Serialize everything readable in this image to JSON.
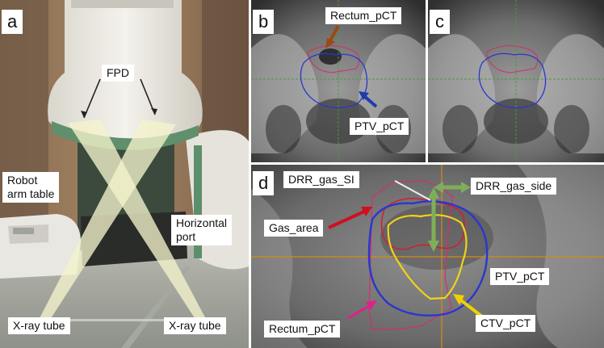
{
  "panels": {
    "a": {
      "letter": "a",
      "labels": {
        "fpd": "FPD",
        "robot": "Robot\narm table",
        "horizontal": "Horizontal\nport",
        "xray_left": "X-ray tube",
        "xray_right": "X-ray tube"
      }
    },
    "b": {
      "letter": "b",
      "labels": {
        "rectum": "Rectum_pCT",
        "ptv": "PTV_pCT"
      }
    },
    "c": {
      "letter": "c"
    },
    "d": {
      "letter": "d",
      "labels": {
        "drr_si": "DRR_gas_SI",
        "drr_side": "DRR_gas_side",
        "gas_area": "Gas_area",
        "ptv": "PTV_pCT",
        "rectum": "Rectum_pCT",
        "ctv": "CTV_pCT"
      }
    }
  },
  "colors": {
    "rectum_arrow": "#9a4a12",
    "ptv_arrow": "#1f3da8",
    "gas_area_arrow": "#d01020",
    "rectum_arrow_d": "#e0208a",
    "ctv_arrow": "#f0d000",
    "drr_arrow": "#7fae5a",
    "ptv_contour": "#2a36d0",
    "ctv_contour": "#f2d21a",
    "rectum_contour": "#d0306a",
    "gas_contour": "#d02030",
    "crosshair": "#d88a10"
  }
}
